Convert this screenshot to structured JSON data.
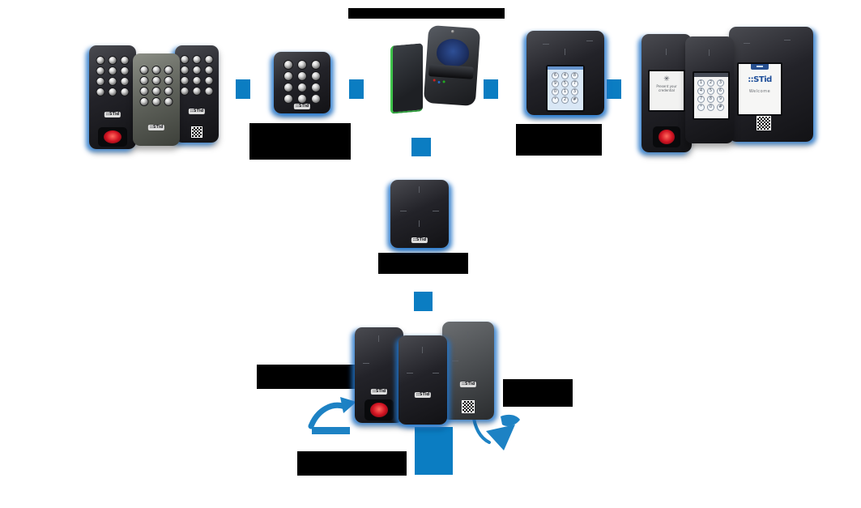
{
  "colors": {
    "connector_blue": "#0b7dc2",
    "arrow_blue": "#1d82c4",
    "edge_glow_blue": "#2e7fd6",
    "pcb_green": "#3ec24a",
    "logo_blue": "#1f4f9a",
    "fingerprint_red": "#d11322",
    "label_bar_black": "#000000"
  },
  "logo": {
    "full": "::STid",
    "text": "STid"
  },
  "screens": {
    "present": {
      "icon": "hand-tap-icon",
      "icon_glyph": "✳",
      "line1": "Present your",
      "line2": "credential"
    },
    "keypad_standard": [
      "1",
      "2",
      "3",
      "4",
      "5",
      "6",
      "7",
      "8",
      "9",
      "*",
      "0",
      "#"
    ],
    "keypad_scrambled": [
      "6",
      "4",
      "8",
      "9",
      "5",
      "7",
      "0",
      "1",
      "3",
      "*",
      "2",
      "#"
    ],
    "welcome": {
      "logo": "::STid",
      "text": "Welcome"
    }
  },
  "redacted_labels": [
    "top-title",
    "keypad-left",
    "keypad-right",
    "center-reader",
    "bottom-group-left",
    "bottom-group-right",
    "bottom-center"
  ]
}
